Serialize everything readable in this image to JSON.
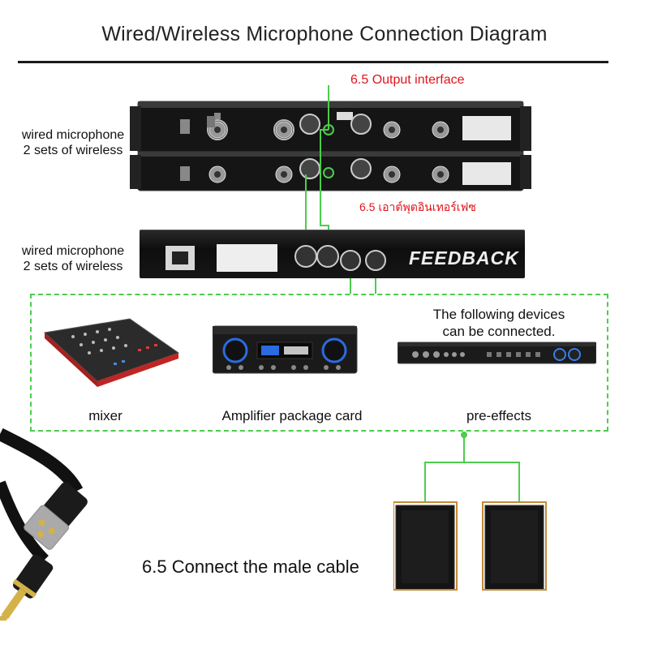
{
  "header": {
    "title": "Wired/Wireless Microphone Connection Diagram"
  },
  "receivers": {
    "output_label": "6.5 Output interface",
    "output_label_thai": "6.5 เอาต์พุตอินเทอร์เฟซ",
    "side_label_line1": "wired microphone",
    "side_label_line2": "2 sets of wireless"
  },
  "feedback_unit": {
    "side_label_line1": "wired microphone",
    "side_label_line2": "2 sets of wireless",
    "brand": "FEEDBACK"
  },
  "devices": {
    "note_line1": "The following devices",
    "note_line2": "can be connected.",
    "mixer_label": "mixer",
    "amplifier_label": "Amplifier package card",
    "effects_label": "pre-effects"
  },
  "cable": {
    "label": "6.5 Connect the male cable"
  },
  "colors": {
    "accent_green": "#4ccd4c",
    "label_red": "#e0141b",
    "panel_black": "#111111"
  }
}
